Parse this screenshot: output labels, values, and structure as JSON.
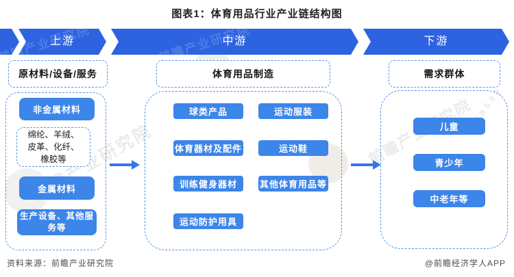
{
  "title": "图表1：体育用品行业产业链结构图",
  "banner": {
    "segments": [
      {
        "label": "上游"
      },
      {
        "label": "中游"
      },
      {
        "label": "下游"
      }
    ]
  },
  "upstream": {
    "header": "原材料/设备/服务",
    "items": [
      {
        "label": "非金属材料",
        "variant": "solid"
      },
      {
        "label": "绵纶、羊绒、皮革、化纤、橡胶等",
        "variant": "dashed"
      },
      {
        "label": "金属材料",
        "variant": "solid"
      },
      {
        "label": "生产设备、其他服务等",
        "variant": "solid"
      }
    ]
  },
  "midstream": {
    "header": "体育用品制造",
    "left_items": [
      "球类产品",
      "体育器材及配件",
      "训练健身器材",
      "运动防护用具"
    ],
    "right_items": [
      "运动服装",
      "运动鞋",
      "其他体育用品等"
    ]
  },
  "downstream": {
    "header": "需求群体",
    "items": [
      "儿童",
      "青少年",
      "中老年等"
    ]
  },
  "footer": {
    "source": "资料来源：前瞻产业研究院",
    "credit": "@前瞻经济学人APP"
  },
  "watermark": {
    "brand": "前瞻产业研究院",
    "stock": "839599"
  },
  "colors": {
    "banner_blue": "#2d63e1",
    "box_blue": "#3c85e9",
    "dash_blue": "#4f93e8",
    "arrow_blue": "#3575e8",
    "title_color": "#1f1f1f",
    "footer_gray": "#4d4d4d"
  }
}
